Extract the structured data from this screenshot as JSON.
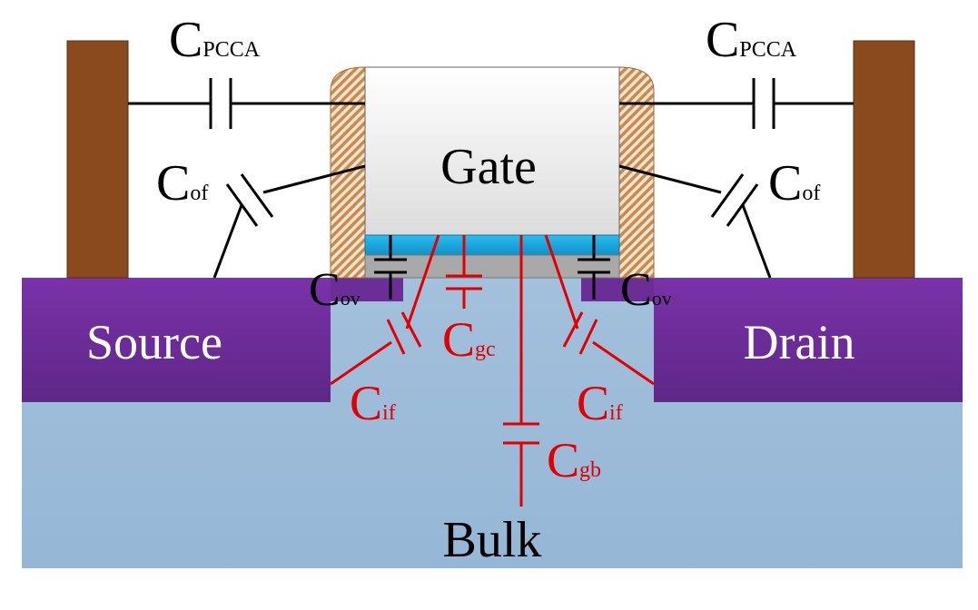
{
  "colors": {
    "substrate": "#9ebdd9",
    "region": "#6b2d96",
    "contact": "#8b4a1d",
    "gate": "#e3e3e3",
    "oxide": "#1ba8de",
    "spacer": "#c98a4e",
    "intrinsic_cap": "#e00000",
    "extrinsic_cap": "#000000"
  },
  "labels": {
    "gate": "Gate",
    "source": "Source",
    "drain": "Drain",
    "bulk": "Bulk"
  },
  "capacitors": {
    "pcca_left": {
      "main": "C",
      "sub": "PCCA"
    },
    "pcca_right": {
      "main": "C",
      "sub": "PCCA"
    },
    "of_left": {
      "main": "C",
      "sub": "of"
    },
    "of_right": {
      "main": "C",
      "sub": "of"
    },
    "ov_left": {
      "main": "C",
      "sub": "ov"
    },
    "ov_right": {
      "main": "C",
      "sub": "ov"
    },
    "gc": {
      "main": "C",
      "sub": "gc"
    },
    "if_left": {
      "main": "C",
      "sub": "if"
    },
    "if_right": {
      "main": "C",
      "sub": "if"
    },
    "gb": {
      "main": "C",
      "sub": "gb"
    }
  }
}
